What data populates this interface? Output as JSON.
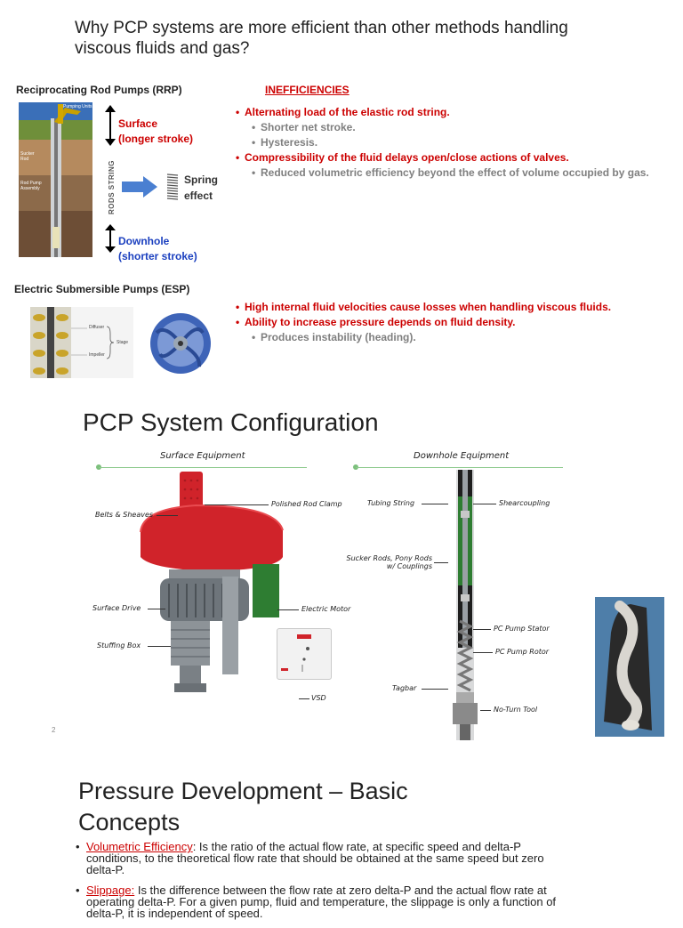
{
  "slide1": {
    "title": "Why PCP systems are more efficient than other methods handling viscous fluids and gas?",
    "rrp_heading": "Reciprocating Rod Pumps (RRP)",
    "rrp_diagram_labels": [
      "Pumping Units",
      "Sucker Rod",
      "Rod Pump Assembly"
    ],
    "surface_label": "Surface",
    "surface_sub": "(longer stroke)",
    "rod_string_label": "RODS STRING",
    "spring_label": "Spring effect",
    "downhole_label": "Downhole",
    "downhole_sub": "(shorter stroke)",
    "ineff_heading": "INEFFICIENCIES",
    "rrp_points": [
      {
        "text": "Alternating load of the elastic rod string.",
        "sub": [
          "Shorter net stroke.",
          "Hysteresis."
        ]
      },
      {
        "text": "Compressibility of the fluid delays open/close actions of valves.",
        "sub": [
          "Reduced volumetric efficiency beyond the effect of volume occupied by gas."
        ]
      }
    ],
    "esp_heading": "Electric Submersible Pumps (ESP)",
    "esp_diagram_labels": [
      "Diffuser",
      "Stage",
      "Impeller"
    ],
    "esp_points": [
      {
        "text": "High internal fluid velocities cause losses when handling viscous fluids.",
        "sub": []
      },
      {
        "text": "Ability to increase pressure depends on fluid density.",
        "sub": [
          "Produces instability (heading)."
        ]
      }
    ]
  },
  "slide2": {
    "title": "PCP System Configuration",
    "surface_header": "Surface Equipment",
    "downhole_header": "Downhole Equipment",
    "surface_labels": {
      "belts": "Belts & Sheaves",
      "clamp": "Polished Rod Clamp",
      "drive": "Surface Drive",
      "motor": "Electric Motor",
      "stuffing": "Stuffing Box",
      "vsd": "VSD"
    },
    "downhole_labels": {
      "tubing": "Tubing String",
      "shear": "Shearcoupling",
      "rods": "Sucker Rods, Pony Rods",
      "rods2": "w/ Couplings",
      "stator": "PC Pump Stator",
      "rotor": "PC Pump Rotor",
      "tagbar": "Tagbar",
      "noturn": "No-Turn Tool"
    },
    "page_number": "2"
  },
  "slide3": {
    "title_line1": "Pressure Development – Basic",
    "title_line2": "Concepts",
    "term1": "Volumetric Efficiency",
    "def1": ": Is the ratio of the actual flow rate, at specific speed and delta-P conditions, to the theoretical flow rate that should be obtained at the same speed but zero delta-P.",
    "term2": "Slippage:",
    "def2": " Is the difference between the flow rate at zero delta-P and the actual flow rate at operating delta-P.  For a given pump, fluid and temperature, the slippage is only a function of delta-P, it is independent of speed."
  },
  "colors": {
    "red_text": "#cc0000",
    "blue_text": "#1a3fbf",
    "grey_text": "#7f7f7f",
    "arrow_blue": "#4a7fd1",
    "drive_red": "#d0232a",
    "divider_green": "#8cc98c"
  }
}
